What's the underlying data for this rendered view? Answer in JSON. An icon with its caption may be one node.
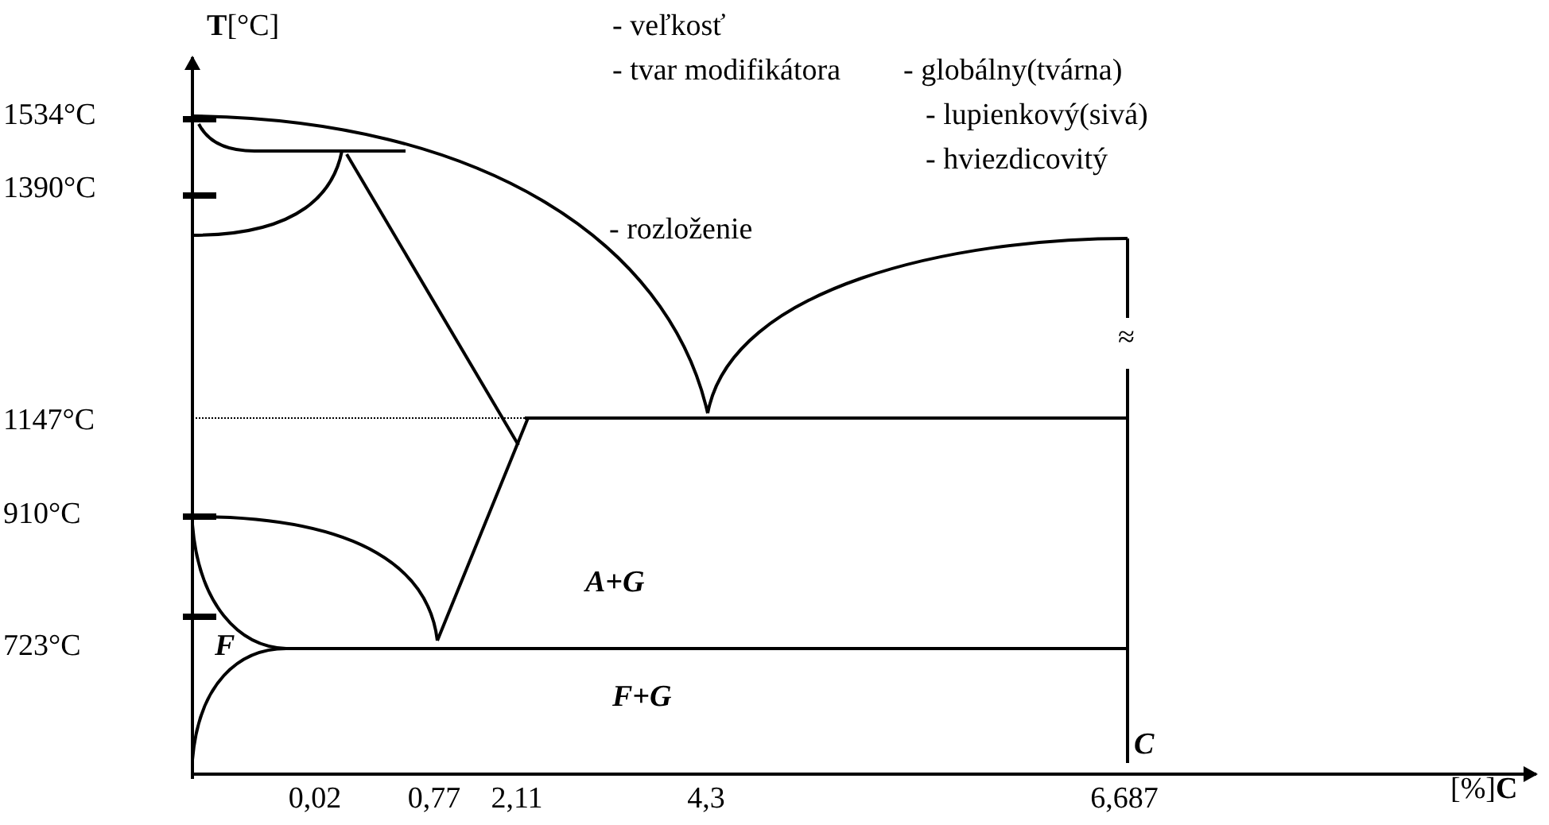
{
  "diagram": {
    "labels": [
      "**T**[°C]",
      "- veľkosť",
      "- tvar modifikátora",
      "- globálny(tvárna)",
      "- lupienkový(sivá)",
      "- hviezdicovitý",
      "1534°C",
      "1390°C",
      "- rozloženie",
      "≈",
      "1147°C",
      "910°C",
      "A+G",
      "723°C",
      "F",
      "F+G",
      "C",
      "0,02",
      "0,77",
      "2,11",
      "4,3",
      "6,687",
      "[%]**C**"
    ]
  }
}
